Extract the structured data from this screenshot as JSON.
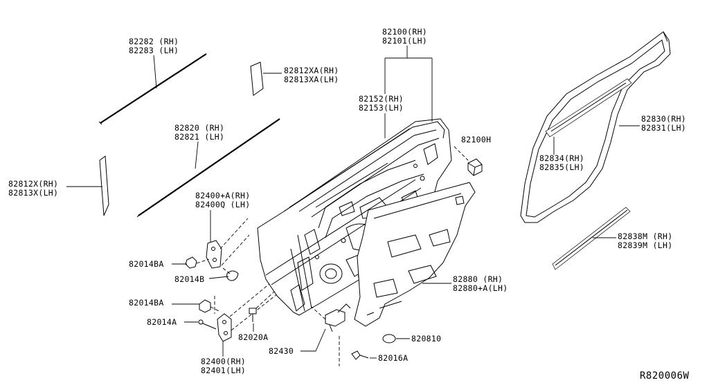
{
  "diagram_code": "R820006W",
  "callouts": {
    "molding_outer": [
      "82282 (RH)",
      "82283 (LH)"
    ],
    "front_tape": [
      "82812XA(RH)",
      "82813XA(LH)"
    ],
    "sash_tape": [
      "82812X(RH)",
      "82813X(LH)"
    ],
    "weatherstrip_inner": [
      "82820 (RH)",
      "82821 (LH)"
    ],
    "upper_hinge": [
      "82400+A(RH)",
      "82400Q  (LH)"
    ],
    "bolt_ba_upper": "82014BA",
    "bolt_b": "82014B",
    "bolt_ba_lower": "82014BA",
    "bolt_a": "82014A",
    "lower_hinge": [
      "82400(RH)",
      "82401(LH)"
    ],
    "check_link_bolt": "82020A",
    "check_link": "82430",
    "screw_lower": "82016A",
    "plug": "820810",
    "sealing_screen": [
      "82880 (RH)",
      "82880+A(LH)"
    ],
    "bumper_rubber": "82100H",
    "door_shell": [
      "82100(RH)",
      "82101(LH)"
    ],
    "sash": [
      "82152(RH)",
      "82153(LH)"
    ],
    "body_weatherstrip": [
      "82830(RH)",
      "82831(LH)"
    ],
    "weatherstrip_glass": [
      "82834(RH)",
      "82835(LH)"
    ],
    "lower_weatherstrip": [
      "82838M (RH)",
      "82839M (LH)"
    ]
  }
}
